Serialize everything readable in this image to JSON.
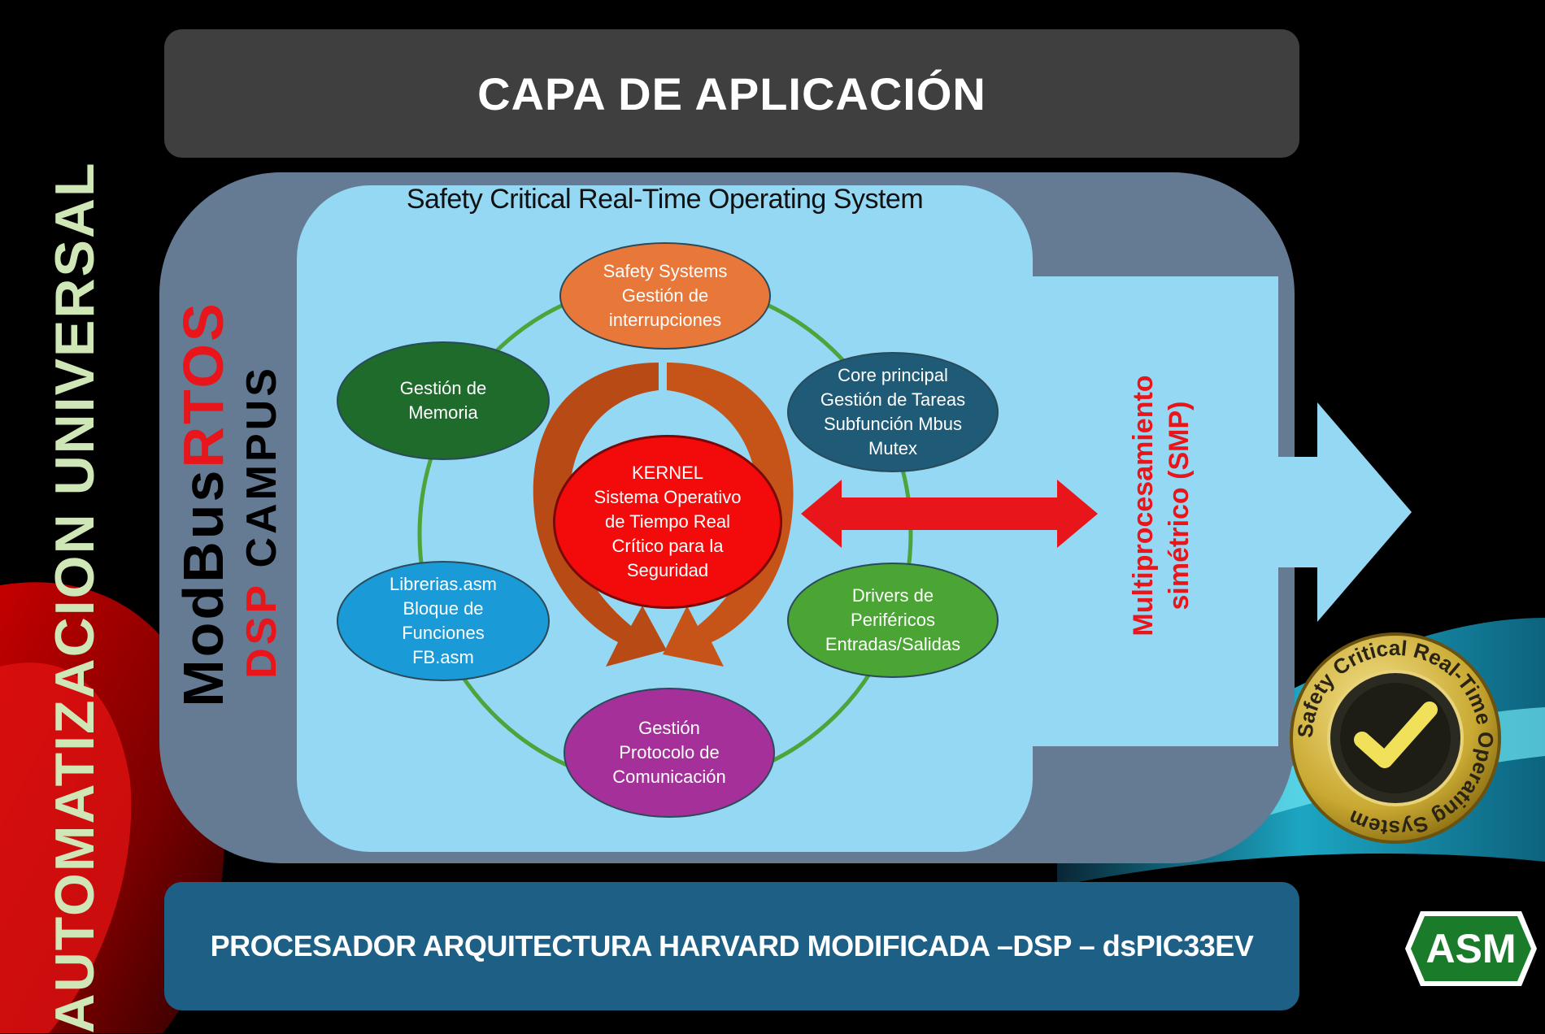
{
  "header": {
    "title": "CAPA DE APLICACIÓN"
  },
  "footer": {
    "title": "PROCESADOR ARQUITECTURA HARVARD MODIFICADA –DSP – dsPIC33EV"
  },
  "inner_title": "Safety Critical Real-Time Operating System",
  "side_labels": {
    "automatizacion": "AUTOMATIZACION UNIVERSAL",
    "modbus_prefix": "ModBus",
    "modbus_suffix": "RTOS",
    "dsp_prefix": "DSP",
    "dsp_suffix": "CAMPUS"
  },
  "smp_label": {
    "line1": "Multiprocesamiento",
    "line2": "simétrico (SMP)"
  },
  "kernel": {
    "line1": "KERNEL",
    "line2": "Sistema Operativo",
    "line3": "de Tiempo Real",
    "line4": "Crítico para la",
    "line5": "Seguridad"
  },
  "nodes": {
    "safety": {
      "line1": "Safety Systems",
      "line2": "Gestión de",
      "line3": "interrupciones"
    },
    "core": {
      "line1": "Core principal",
      "line2": "Gestión de Tareas",
      "line3": "Subfunción Mbus",
      "line4": "Mutex"
    },
    "drivers": {
      "line1": "Drivers de",
      "line2": "Periféricos",
      "line3": "Entradas/Salidas"
    },
    "protocolo": {
      "line1": "Gestión",
      "line2": "Protocolo de",
      "line3": "Comunicación"
    },
    "librerias": {
      "line1": "Librerias.asm",
      "line2": "Bloque de",
      "line3": "Funciones",
      "line4": "FB.asm"
    },
    "memoria": {
      "line1": "Gestión de",
      "line2": "Memoria"
    }
  },
  "seal": {
    "text": "Safety Critical Real-Time Operating System"
  },
  "logo": {
    "text": "ASM"
  },
  "colors": {
    "safety": "#e8773a",
    "core": "#1f5b77",
    "drivers": "#4aa535",
    "protocolo": "#a5309a",
    "librerias": "#1a9ad6",
    "memoria": "#1e6b2c",
    "kernel": "#f30b0b",
    "accent_red": "#e8151b"
  }
}
